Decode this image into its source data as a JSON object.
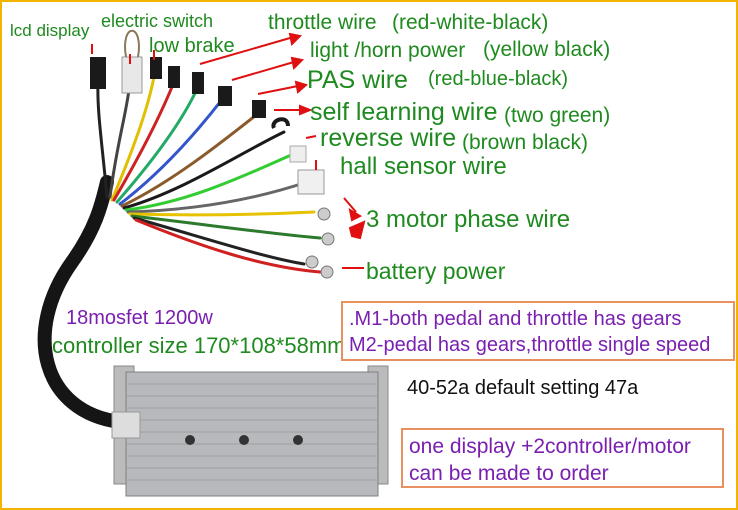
{
  "labels": {
    "lcd_display": "lcd display",
    "electric_switch": "electric switch",
    "low_brake": "low brake",
    "throttle_wire": "throttle wire",
    "throttle_color": "(red-white-black)",
    "light_horn": "light /horn power",
    "light_horn_color": "(yellow black)",
    "pas_wire": "PAS wire",
    "pas_color": "(red-blue-black)",
    "self_learning": "self learning wire",
    "self_learning_color": "(two green)",
    "reverse_wire": "reverse wire",
    "reverse_color": "(brown black)",
    "hall_sensor": "hall sensor wire",
    "motor_phase": "3 motor phase wire",
    "battery_power": "battery power"
  },
  "specs": {
    "mosfet": "18mosfet 1200w",
    "size": "controller size 170*108*58mm",
    "current": "40-52a default setting 47a"
  },
  "modes_box": {
    "m1": ".M1-both pedal and throttle has gears",
    "m2": "M2-pedal has gears,throttle single speed"
  },
  "order_box": {
    "line1": "one display +2controller/motor",
    "line2": "can be made to order"
  },
  "colors": {
    "green_text": "#1f8a1f",
    "purple_text": "#7a1fb0",
    "arrow_red": "#e01010",
    "border_yellow": "#f2b400",
    "box_border": "#e89060"
  }
}
